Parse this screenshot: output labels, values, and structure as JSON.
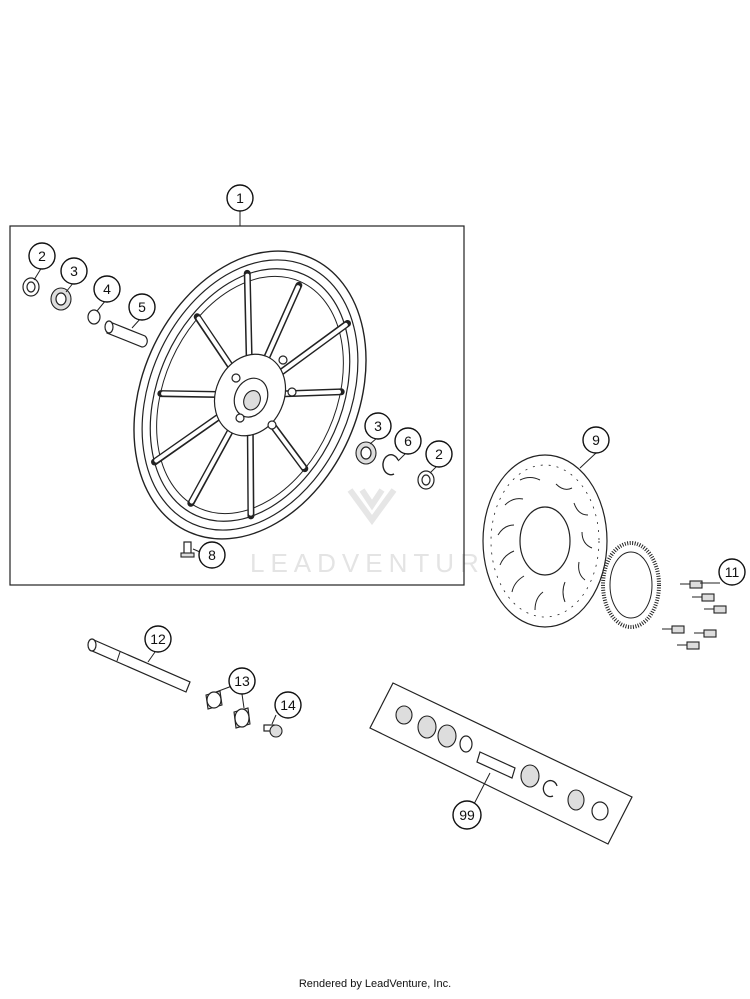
{
  "watermark": "LEADVENTURE",
  "footer": "Rendered by LeadVenture, Inc.",
  "callouts": [
    "1",
    "2",
    "3",
    "4",
    "5",
    "3",
    "6",
    "2",
    "8",
    "9",
    "11",
    "12",
    "13",
    "14",
    "99"
  ]
}
